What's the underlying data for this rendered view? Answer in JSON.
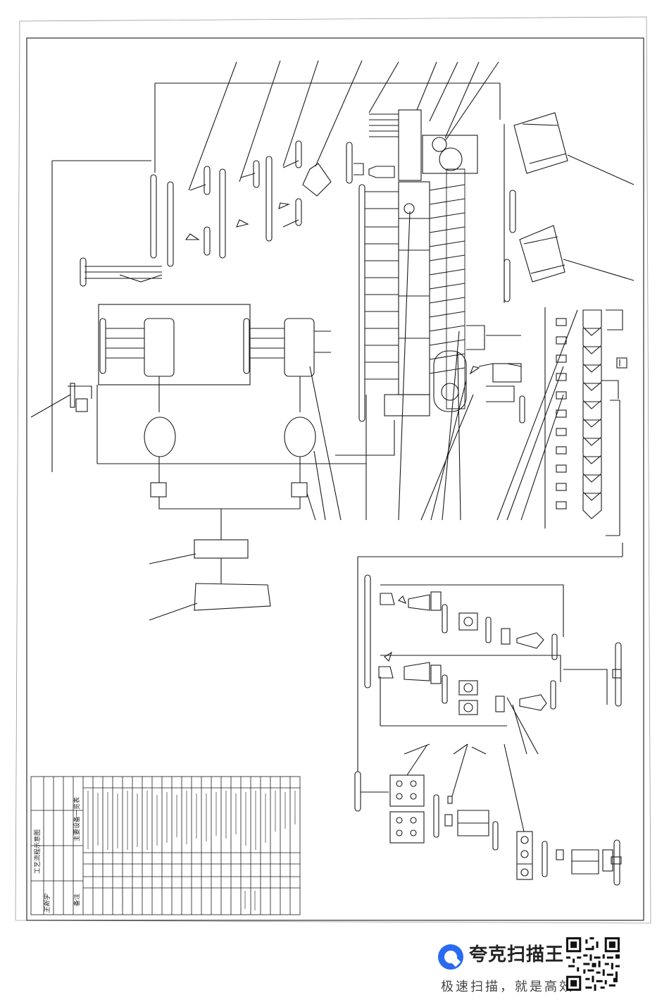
{
  "title_block": {
    "drawing_title": "工艺流程示意图",
    "item_list_header": "主要设备一览表",
    "note_label": "备注",
    "signature": "王新宇"
  },
  "branding": {
    "app_name": "夸克扫描王",
    "slogan": "极速扫描，就是高效"
  },
  "colors": {
    "ink": "#1a1a1a",
    "paper": "#ffffff",
    "brand_blue": "#2a6af0"
  }
}
